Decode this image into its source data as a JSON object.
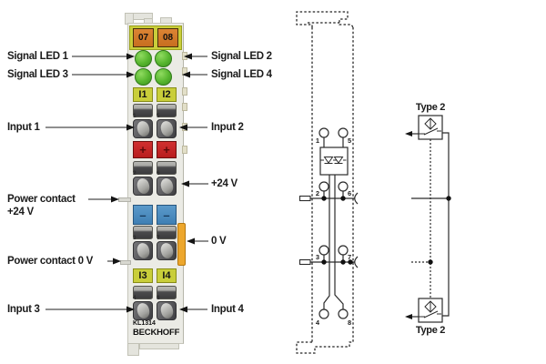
{
  "module": {
    "k_bus_contacts": [
      "07",
      "08"
    ],
    "signal_tags_top": [
      "I1",
      "I2"
    ],
    "signal_tags_bottom": [
      "I3",
      "I4"
    ],
    "plus_symbol": "+",
    "minus_symbol": "–",
    "model": "KL1314",
    "brand": "BECKHOFF",
    "terminal_numbers": [
      "1",
      "5",
      "2",
      "6",
      "3",
      "7",
      "4",
      "8"
    ]
  },
  "callouts": {
    "left": {
      "signal_led_1": "Signal LED 1",
      "signal_led_3": "Signal LED 3",
      "input_1": "Input 1",
      "power_contact_24v_line1": "Power contact",
      "power_contact_24v_line2": "+24 V",
      "power_contact_0v": "Power contact 0 V",
      "input_3": "Input 3"
    },
    "right": {
      "signal_led_2": "Signal LED 2",
      "signal_led_4": "Signal LED 4",
      "input_2": "Input 2",
      "plus_24v": "+24 V",
      "zero_v": "0 V",
      "input_4": "Input 4"
    }
  },
  "schematic": {
    "terminal_points": [
      "1",
      "5",
      "2",
      "6",
      "3",
      "7",
      "4",
      "8"
    ],
    "sensor_top_label": "Type 2",
    "sensor_bottom_label": "Type 2"
  },
  "colors": {
    "led_green": "#56b52e",
    "kbus_orange": "#d4782b",
    "tag_yellow": "#c9ce3a",
    "plus_red": "#c32222",
    "minus_blue": "#4b8cc0",
    "side_tab_orange": "#eda72d",
    "body_gray": "#ebebe5"
  }
}
